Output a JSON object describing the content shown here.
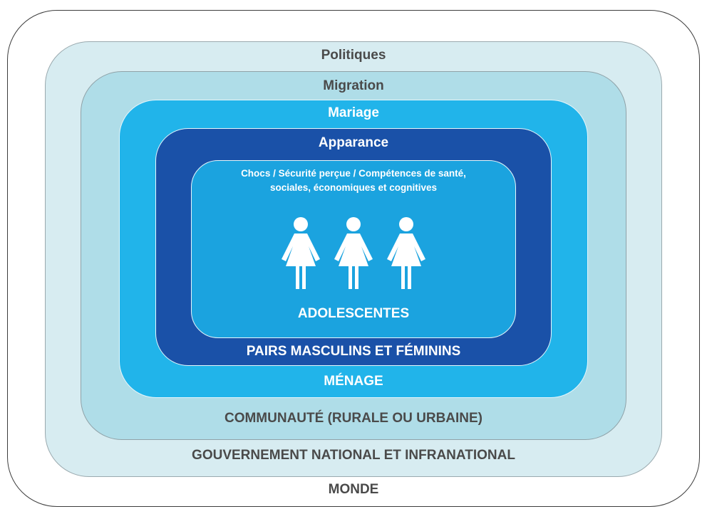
{
  "layers": {
    "world": {
      "top_label": "",
      "bottom_label": "MONDE"
    },
    "government": {
      "top_label": "Politiques",
      "bottom_label": "GOUVERNEMENT NATIONAL ET INFRANATIONAL"
    },
    "community": {
      "top_label": "Migration",
      "bottom_label": "COMMUNAUTÉ (RURALE OU URBAINE)"
    },
    "household": {
      "top_label": "Mariage",
      "bottom_label": "MÉNAGE"
    },
    "peers": {
      "top_label": "Apparance",
      "bottom_label": "PAIRS MASCULINS ET FÉMININS"
    },
    "adolescents": {
      "top_label_line1": "Chocs / Sécurité perçue / Compétences de santé,",
      "top_label_line2": "sociales, économiques et cognitives",
      "bottom_label": "ADOLESCENTES",
      "figure_icon": "female-figure-icon",
      "figure_count": 3
    }
  },
  "colors": {
    "world_border": "#3d3d3d",
    "government_fill": "#d7ecf1",
    "community_fill": "#afdde8",
    "household_fill": "#21b4ea",
    "peers_fill": "#1a51a8",
    "adolescents_fill": "#1ba3df",
    "text_dark": "#4a4a4a",
    "text_light": "#ffffff"
  }
}
